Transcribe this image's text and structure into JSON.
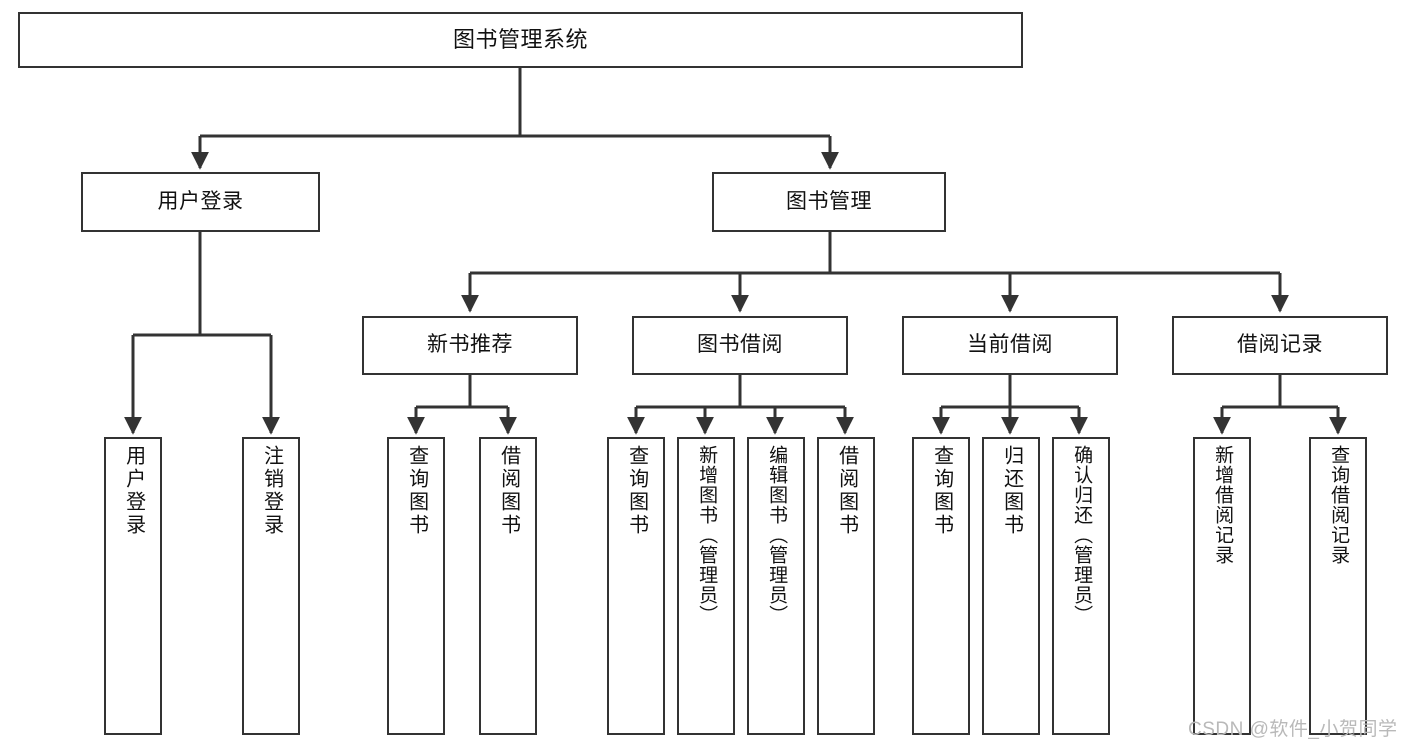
{
  "diagram": {
    "title": "图书管理系统",
    "type": "tree",
    "watermark": "CSDN @软件_小贺同学",
    "colors": {
      "box_border": "#333333",
      "box_fill": "#ffffff",
      "connector": "#333333",
      "text": "#111111",
      "watermark": "#b9b9b9"
    },
    "root": {
      "label": "图书管理系统"
    },
    "level2": [
      {
        "label": "用户登录"
      },
      {
        "label": "图书管理"
      }
    ],
    "level3": [
      {
        "label": "新书推荐"
      },
      {
        "label": "图书借阅"
      },
      {
        "label": "当前借阅"
      },
      {
        "label": "借阅记录"
      }
    ],
    "leaves": {
      "user_login": [
        {
          "label": "用户登录"
        },
        {
          "label": "注销登录"
        }
      ],
      "new_book_recommend": [
        {
          "label": "查询图书"
        },
        {
          "label": "借阅图书"
        }
      ],
      "book_borrow": [
        {
          "label": "查询图书"
        },
        {
          "label": "新增图书（管理员）"
        },
        {
          "label": "编辑图书（管理员）"
        },
        {
          "label": "借阅图书"
        }
      ],
      "current_borrow": [
        {
          "label": "查询图书"
        },
        {
          "label": "归还图书"
        },
        {
          "label": "确认归还（管理员）"
        }
      ],
      "borrow_record": [
        {
          "label": "新增借阅记录"
        },
        {
          "label": "查询借阅记录"
        }
      ]
    }
  }
}
